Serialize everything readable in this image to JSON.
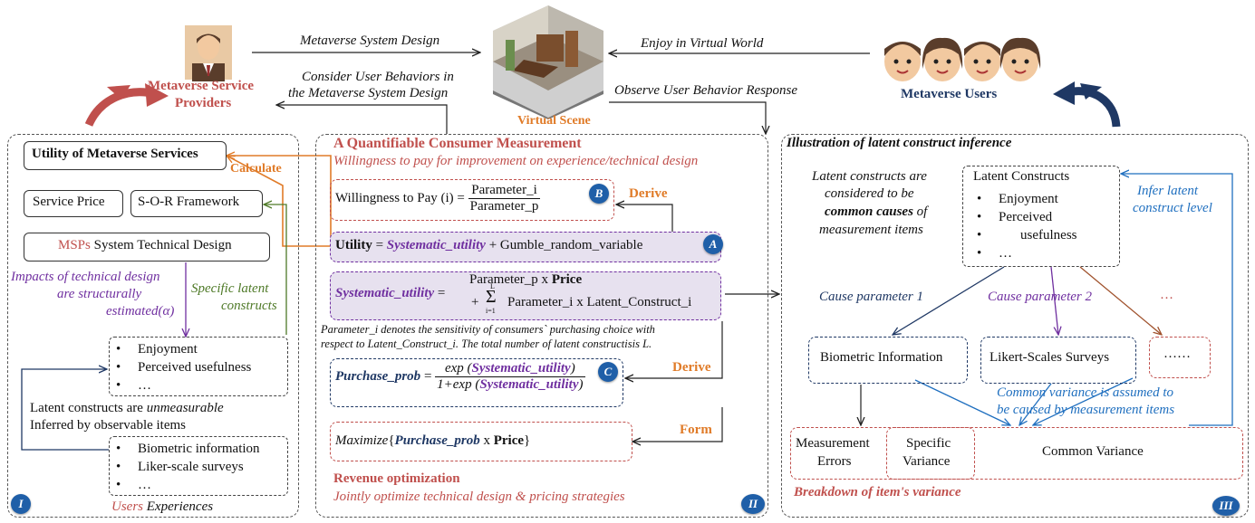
{
  "top": {
    "arrow_design": "Metaverse System Design",
    "arrow_consider_1": "Consider User Behaviors in",
    "arrow_consider_2": "the Metaverse System Design",
    "arrow_enjoy": "Enjoy in Virtual World",
    "arrow_observe": "Observe User Behavior Response",
    "providers_1": "Metaverse Service",
    "providers_2": "Providers",
    "scene": "Virtual Scene",
    "users": "Metaverse Users"
  },
  "panel1": {
    "badge": "I",
    "utility": "Utility of Metaverse Services",
    "calculate": "Calculate",
    "service_price": "Service Price",
    "sor": "S-O-R Framework",
    "msps": "MSPs",
    "tech_design": " System Technical Design",
    "impacts_1": "Impacts of technical design",
    "impacts_2": "are structurally",
    "impacts_3": "estimated",
    "impacts_alpha": "(α)",
    "specific_1": "Specific latent",
    "specific_2": "constructs",
    "latent_items": [
      "Enjoyment",
      "Perceived usefulness",
      "…"
    ],
    "unmeasurable_pre": "Latent constructs are ",
    "unmeasurable": "unmeasurable",
    "inferred": "Inferred by observable items",
    "obs_items": [
      "Biometric information",
      "Liker-scale surveys",
      "…"
    ],
    "users": "Users",
    "experiences": " Experiences"
  },
  "panel2": {
    "badge": "II",
    "title": "A Quantifiable Consumer Measurement",
    "subtitle": "Willingness to pay for improvement on experience/technical design",
    "wtp_label": "Willingness to Pay (i) = ",
    "wtp_num": "Parameter_i",
    "wtp_den": "Parameter_p",
    "derive1": "Derive",
    "utility_bold": "Utility",
    "utility_eq": " = ",
    "sys_util": "Systematic_utility",
    "utility_rest": " + Gumble_random_variable",
    "sys_label": "Systematic_utility",
    "sys_eq": " = ",
    "sys_line1a": "Parameter_p x ",
    "sys_line1b": "Price",
    "sys_plus": "+",
    "sys_sum_top": "L",
    "sys_sum": "Σ",
    "sys_sum_bot": "i=1",
    "sys_line2": "Parameter_i x Latent_Construct_i",
    "note_1": "Parameter_i denotes the sensitivity of consumers` purchasing choice with",
    "note_2": "respect to Latent_Construct_i. The total number of latent constructisis L.",
    "derive2": "Derive",
    "pp_label": "Purchase_prob",
    "pp_eq": " = ",
    "pp_num_a": "exp (",
    "pp_num_b": "Systematic_utility",
    "pp_num_c": ")",
    "pp_den_a": "1+exp (",
    "pp_den_b": "Systematic_utility",
    "pp_den_c": ")",
    "form": "Form",
    "max_a": "Maximize",
    "max_b": "{",
    "max_c": "Purchase_prob",
    "max_d": " x ",
    "max_e": "Price",
    "max_f": "}",
    "rev_title": "Revenue optimization",
    "rev_sub": "Jointly optimize technical design & pricing strategies",
    "badge_a": "A",
    "badge_b": "B",
    "badge_c": "C"
  },
  "panel3": {
    "badge": "III",
    "title": "Illustration of latent construct inference",
    "desc_1": "Latent constructs are",
    "desc_2": "considered to be",
    "desc_3": "common causes",
    "desc_4": " of",
    "desc_5": "measurement items",
    "lc_title": "Latent Constructs",
    "lc_items": [
      "Enjoyment",
      "Perceived",
      "usefulness",
      "…"
    ],
    "infer_1": "Infer latent",
    "infer_2": "construct level",
    "cause1": "Cause parameter 1",
    "cause2": "Cause parameter 2",
    "dots": "…",
    "biometric": "Biometric Information",
    "likert": "Likert-Scales Surveys",
    "more": "……",
    "common_note_1": "Common variance is assumed to",
    "common_note_2": "be caused by measurement items",
    "meas_err_1": "Measurement",
    "meas_err_2": "Errors",
    "spec_var_1": "Specific",
    "spec_var_2": "Variance",
    "common_var": "Common Variance",
    "breakdown": "Breakdown of item's variance"
  },
  "colors": {
    "red": "#c0504d",
    "orange": "#e07b28",
    "purple": "#7030a0",
    "green": "#4f7a28",
    "blue": "#1f6fbf",
    "navy": "#1f3864",
    "badge": "#1f5fa8"
  }
}
